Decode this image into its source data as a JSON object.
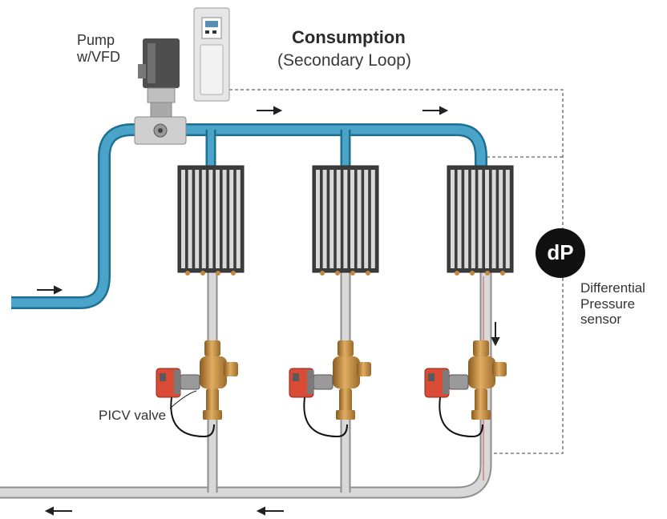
{
  "pump": {
    "label_line1": "Pump",
    "label_line2": "w/VFD"
  },
  "title": "Consumption",
  "subtitle": "(Secondary Loop)",
  "sensor": {
    "badge": "dP",
    "label_line1": "Differential",
    "label_line2": "Pressure",
    "label_line3": "sensor"
  },
  "valve_label": "PICV valve",
  "colors": {
    "supply_pipe": "#4aa3c8",
    "return_pipe": "#cfcfcf",
    "radiator": "#4d4d4d",
    "valve_brass": "#c58a3e",
    "actuator": "#d94b34"
  }
}
